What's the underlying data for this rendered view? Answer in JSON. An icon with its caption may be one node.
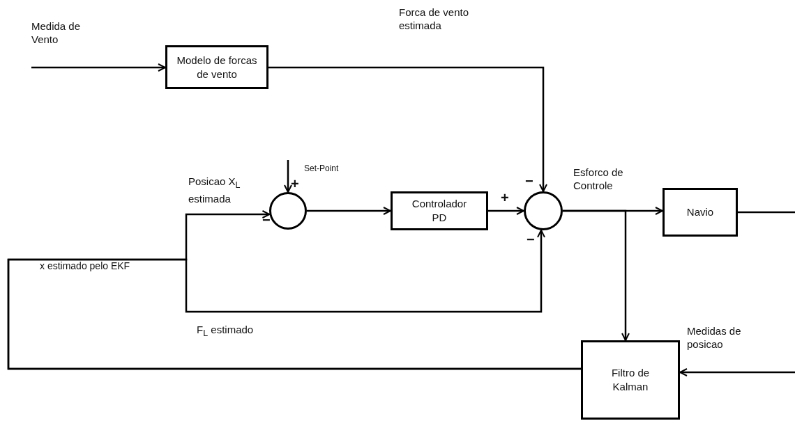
{
  "diagram": {
    "nodes": [
      {
        "text": [
          "Modelo de forcas de vento"
        ]
      },
      {
        "text": [],
        "shape": "circle"
      },
      {
        "text": [
          "Controlador PD"
        ]
      },
      {
        "text": [],
        "shape": "circle"
      },
      {
        "text": [
          "Navio"
        ]
      },
      {
        "text": [
          "Filtro de Kalman"
        ]
      }
    ],
    "edges": [
      {
        "from": null,
        "to": 0,
        "arrow": "to",
        "label": "Medida de Vento"
      },
      {
        "from": 0,
        "to": 3,
        "arrow": "to",
        "label": "Forca de vento estimada"
      },
      {
        "from": null,
        "to": 1,
        "arrow": "to",
        "label": "Set-Point"
      },
      {
        "from": 1,
        "to": 2,
        "arrow": "to"
      },
      {
        "from": 2,
        "to": 3,
        "arrow": "to"
      },
      {
        "from": 3,
        "to": 4,
        "arrow": "to",
        "label": "Esforco de Controle"
      },
      {
        "from": 3,
        "to": 5,
        "arrow": "to"
      },
      {
        "from": 4,
        "to": null,
        "arrow": "none"
      },
      {
        "from": null,
        "to": 5,
        "arrow": "to",
        "label": "Medidas de posicao"
      },
      {
        "from": 5,
        "to": 1,
        "arrow": "to",
        "label": "Posicao X$_{L}$ estimada"
      },
      {
        "from": 5,
        "to": 3,
        "arrow": "to",
        "label": "F$_{L}$ estimado"
      }
    ],
    "labels": [
      "−",
      "+",
      "+",
      "−",
      "−",
      "x estimado pelo EKF"
    ]
  }
}
